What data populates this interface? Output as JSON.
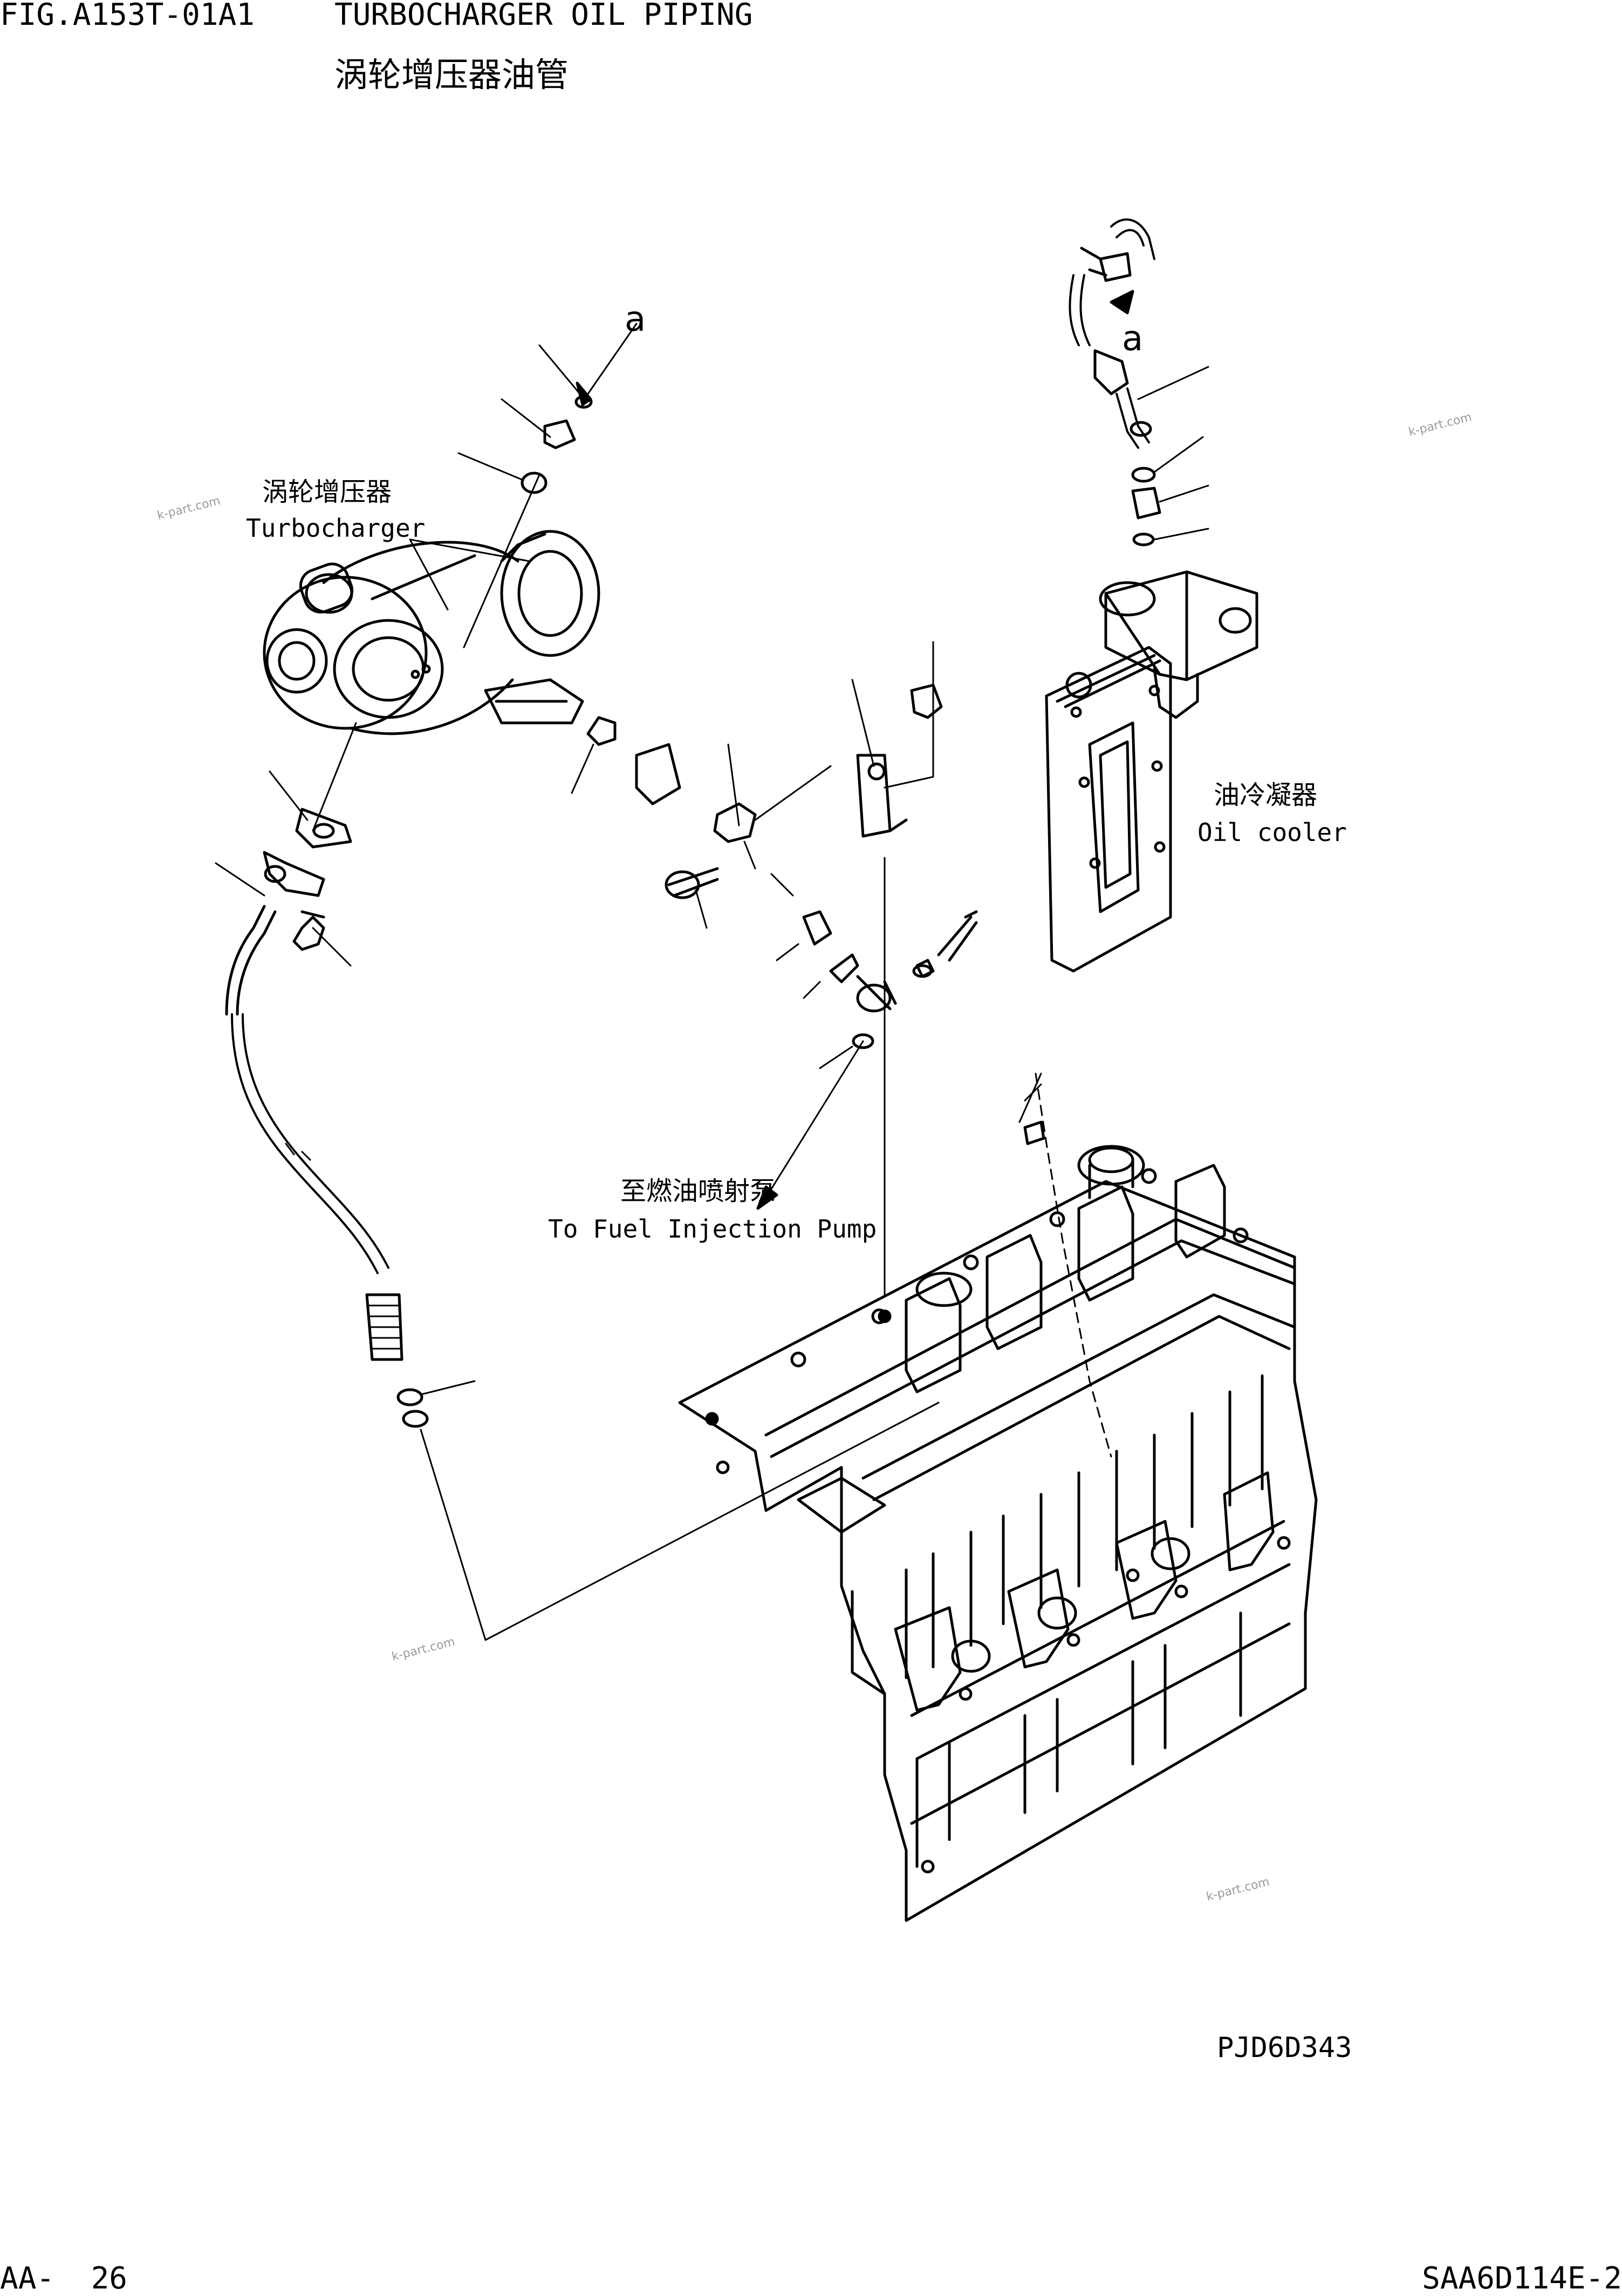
{
  "header": {
    "figure_id": "FIG.A153T-01A1",
    "title_en": "TURBOCHARGER OIL PIPING",
    "title_zh": "涡轮增压器油管"
  },
  "callouts": {
    "turbocharger": {
      "zh": "涡轮增压器",
      "en": "Turbocharger"
    },
    "oil_cooler": {
      "zh": "油冷凝器",
      "en": "Oil cooler"
    },
    "fuel_pump": {
      "zh": "至燃油喷射泵",
      "en": "To Fuel Injection Pump"
    },
    "ref_mark_1": "a",
    "ref_mark_2": "a"
  },
  "watermarks": [
    "k-part.com",
    "k-part.com",
    "k-part.com",
    "k-part.com"
  ],
  "footer": {
    "drawing_number": "PJD6D343",
    "page_number": "AA-  26",
    "model_number": "SAA6D114E-2"
  }
}
